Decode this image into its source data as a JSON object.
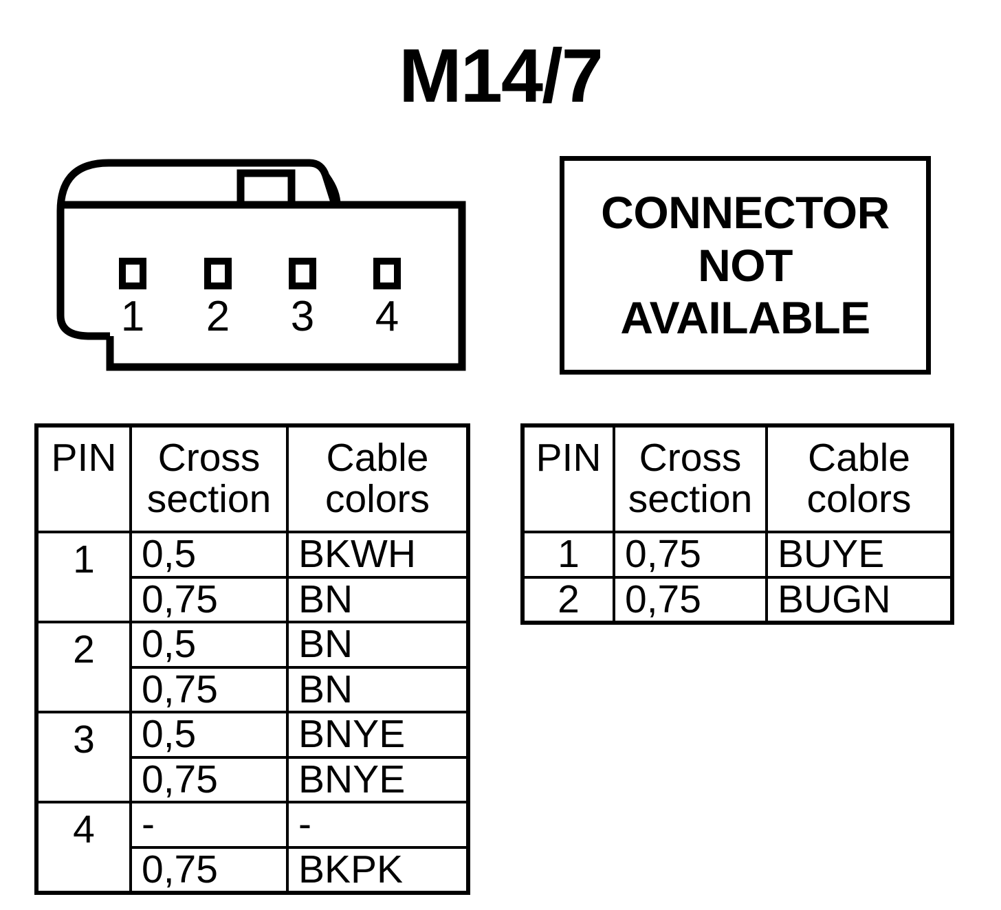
{
  "title": "M14/7",
  "connector": {
    "pin_labels": [
      "1",
      "2",
      "3",
      "4"
    ],
    "pin_count": 4,
    "outline_color": "#000000"
  },
  "not_available_notice": {
    "lines": [
      "CONNECTOR",
      "NOT",
      "AVAILABLE"
    ]
  },
  "tables": [
    {
      "id": "left",
      "headers": {
        "pin": "PIN",
        "cross_section_line1": "Cross",
        "cross_section_line2": "section",
        "cable_colors_line1": "Cable",
        "cable_colors_line2": "colors"
      },
      "rows": [
        {
          "pin": "1",
          "entries": [
            {
              "cross_section": "0,5",
              "cable_color": "BKWH"
            },
            {
              "cross_section": "0,75",
              "cable_color": "BN"
            }
          ]
        },
        {
          "pin": "2",
          "entries": [
            {
              "cross_section": "0,5",
              "cable_color": "BN"
            },
            {
              "cross_section": "0,75",
              "cable_color": "BN"
            }
          ]
        },
        {
          "pin": "3",
          "entries": [
            {
              "cross_section": "0,5",
              "cable_color": "BNYE"
            },
            {
              "cross_section": "0,75",
              "cable_color": "BNYE"
            }
          ]
        },
        {
          "pin": "4",
          "entries": [
            {
              "cross_section": "-",
              "cable_color": "-"
            },
            {
              "cross_section": "0,75",
              "cable_color": "BKPK"
            }
          ]
        }
      ]
    },
    {
      "id": "right",
      "headers": {
        "pin": "PIN",
        "cross_section_line1": "Cross",
        "cross_section_line2": "section",
        "cable_colors_line1": "Cable",
        "cable_colors_line2": "colors"
      },
      "rows": [
        {
          "pin": "1",
          "entries": [
            {
              "cross_section": "0,75",
              "cable_color": "BUYE"
            }
          ]
        },
        {
          "pin": "2",
          "entries": [
            {
              "cross_section": "0,75",
              "cable_color": "BUGN"
            }
          ]
        }
      ]
    }
  ]
}
